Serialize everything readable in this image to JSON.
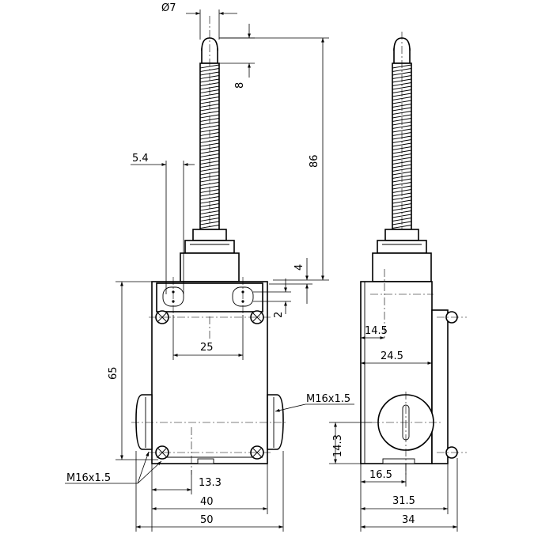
{
  "dimensions": {
    "rod_diameter": "Ø7",
    "tip_height": "8",
    "overall_height": "86",
    "head_offset": "4",
    "slot_offset": "2",
    "slot_width": "5.4",
    "mounting_spacing": "25",
    "body_height": "65",
    "thread_right": "M16x1.5",
    "thread_left": "M16x1.5",
    "cable_offset": "13.3",
    "hole_spacing_bottom": "40",
    "body_width": "50",
    "side_offset_inner": "14.5",
    "side_offset_outer": "24.5",
    "side_height": "14.3",
    "side_bottom_offset": "16.5",
    "side_depth": "31.5",
    "side_total": "34"
  }
}
